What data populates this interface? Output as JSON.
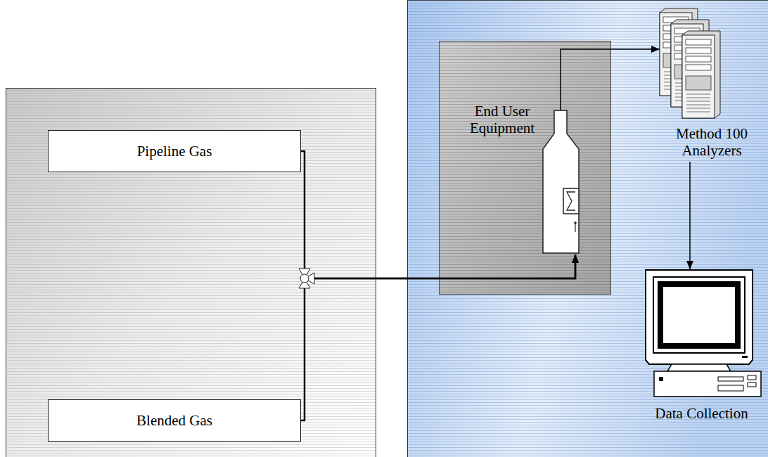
{
  "diagram": {
    "nodes": [
      {
        "text": [
          "Pipeline Gas"
        ]
      },
      {
        "text": [
          "Blended Gas"
        ]
      },
      {
        "text": [
          "End User Equipment"
        ]
      },
      {
        "text": [
          "Method 100 Analyzers"
        ]
      },
      {
        "text": [
          "Data Collection"
        ]
      }
    ],
    "edges": [
      {
        "from": 0,
        "to": 2,
        "arrow": "to"
      },
      {
        "from": 1,
        "to": 2,
        "arrow": "to"
      },
      {
        "from": 2,
        "to": 3,
        "arrow": "to"
      },
      {
        "from": 3,
        "to": 4,
        "arrow": "to"
      }
    ]
  }
}
